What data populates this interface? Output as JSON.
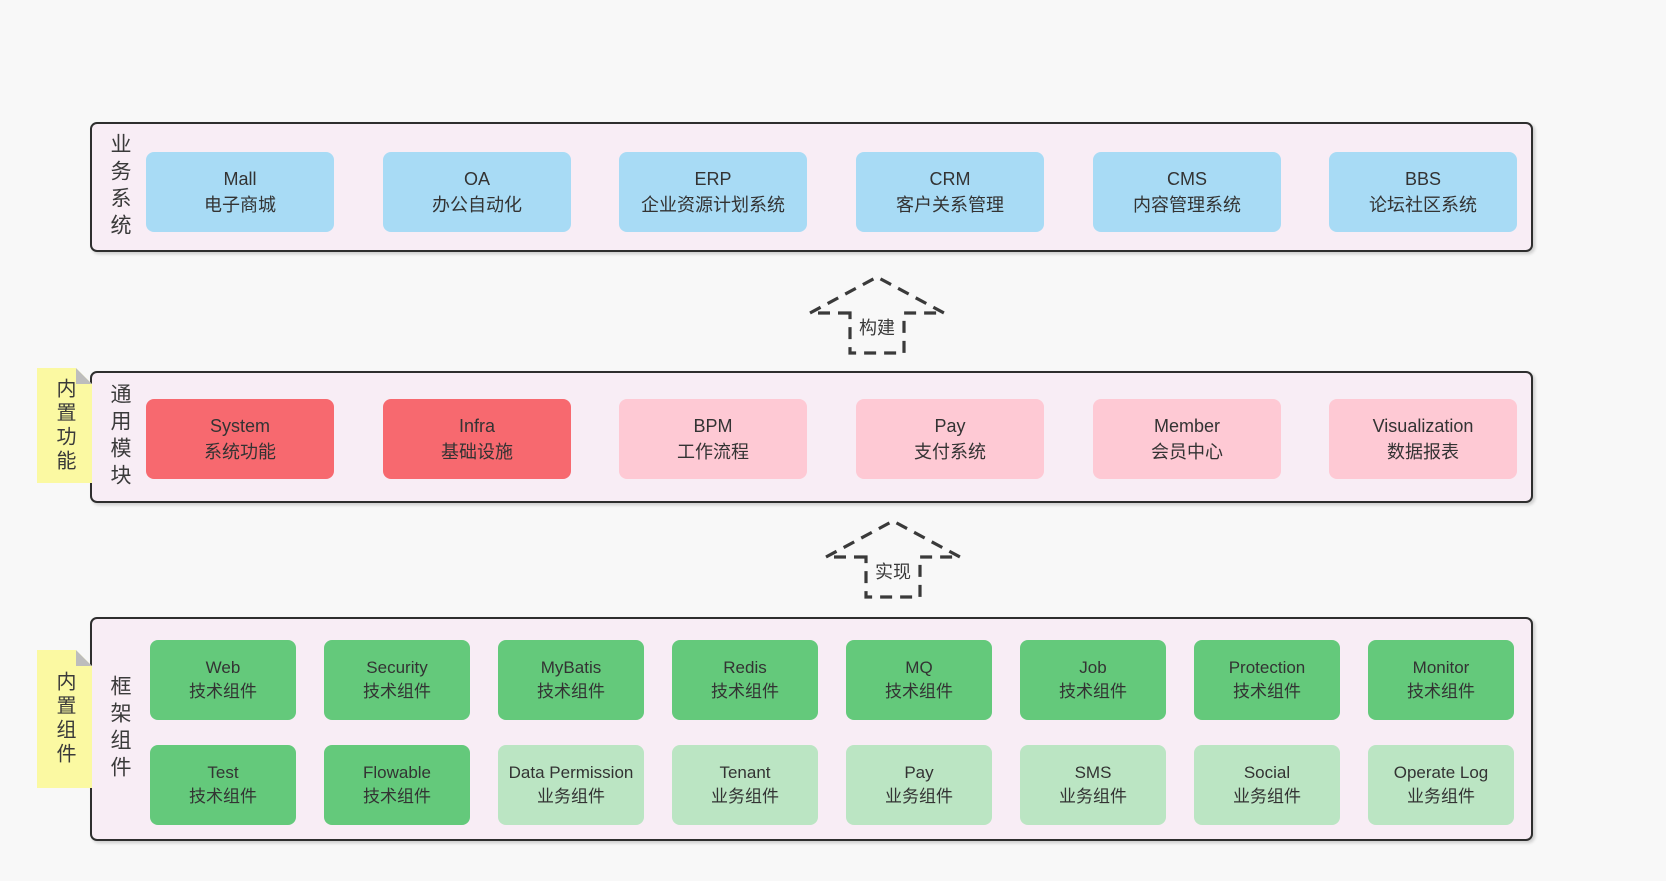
{
  "colors": {
    "page_bg": "#f8f8f8",
    "panel_bg": "#f8edf5",
    "panel_border": "#2e2e2e",
    "blue_box": "#a8dbf5",
    "red_box": "#f7696f",
    "pink_box": "#fec9d4",
    "green_box": "#64c97b",
    "light_green_box": "#bbe5c3",
    "sticky_note": "#fbf9a2",
    "text": "#333333"
  },
  "arrows": {
    "build": "构建",
    "implement": "实现"
  },
  "business": {
    "label": "业务系统",
    "boxes": [
      {
        "name": "Mall",
        "desc": "电子商城"
      },
      {
        "name": "OA",
        "desc": "办公自动化"
      },
      {
        "name": "ERP",
        "desc": "企业资源计划系统"
      },
      {
        "name": "CRM",
        "desc": "客户关系管理"
      },
      {
        "name": "CMS",
        "desc": "内容管理系统"
      },
      {
        "name": "BBS",
        "desc": "论坛社区系统"
      }
    ]
  },
  "modules": {
    "label": "通用模块",
    "note": "内置功能",
    "boxes": [
      {
        "name": "System",
        "desc": "系统功能",
        "variant": "red"
      },
      {
        "name": "Infra",
        "desc": "基础设施",
        "variant": "red"
      },
      {
        "name": "BPM",
        "desc": "工作流程",
        "variant": "pink"
      },
      {
        "name": "Pay",
        "desc": "支付系统",
        "variant": "pink"
      },
      {
        "name": "Member",
        "desc": "会员中心",
        "variant": "pink"
      },
      {
        "name": "Visualization",
        "desc": "数据报表",
        "variant": "pink"
      }
    ]
  },
  "components": {
    "label": "框架组件",
    "note": "内置组件",
    "row1": [
      {
        "name": "Web",
        "desc": "技术组件"
      },
      {
        "name": "Security",
        "desc": "技术组件"
      },
      {
        "name": "MyBatis",
        "desc": "技术组件"
      },
      {
        "name": "Redis",
        "desc": "技术组件"
      },
      {
        "name": "MQ",
        "desc": "技术组件"
      },
      {
        "name": "Job",
        "desc": "技术组件"
      },
      {
        "name": "Protection",
        "desc": "技术组件"
      },
      {
        "name": "Monitor",
        "desc": "技术组件"
      }
    ],
    "row2": [
      {
        "name": "Test",
        "desc": "技术组件",
        "variant": "green"
      },
      {
        "name": "Flowable",
        "desc": "技术组件",
        "variant": "green"
      },
      {
        "name": "Data Permission",
        "desc": "业务组件",
        "variant": "light-green"
      },
      {
        "name": "Tenant",
        "desc": "业务组件",
        "variant": "light-green"
      },
      {
        "name": "Pay",
        "desc": "业务组件",
        "variant": "light-green"
      },
      {
        "name": "SMS",
        "desc": "业务组件",
        "variant": "light-green"
      },
      {
        "name": "Social",
        "desc": "业务组件",
        "variant": "light-green"
      },
      {
        "name": "Operate Log",
        "desc": "业务组件",
        "variant": "light-green"
      }
    ]
  }
}
